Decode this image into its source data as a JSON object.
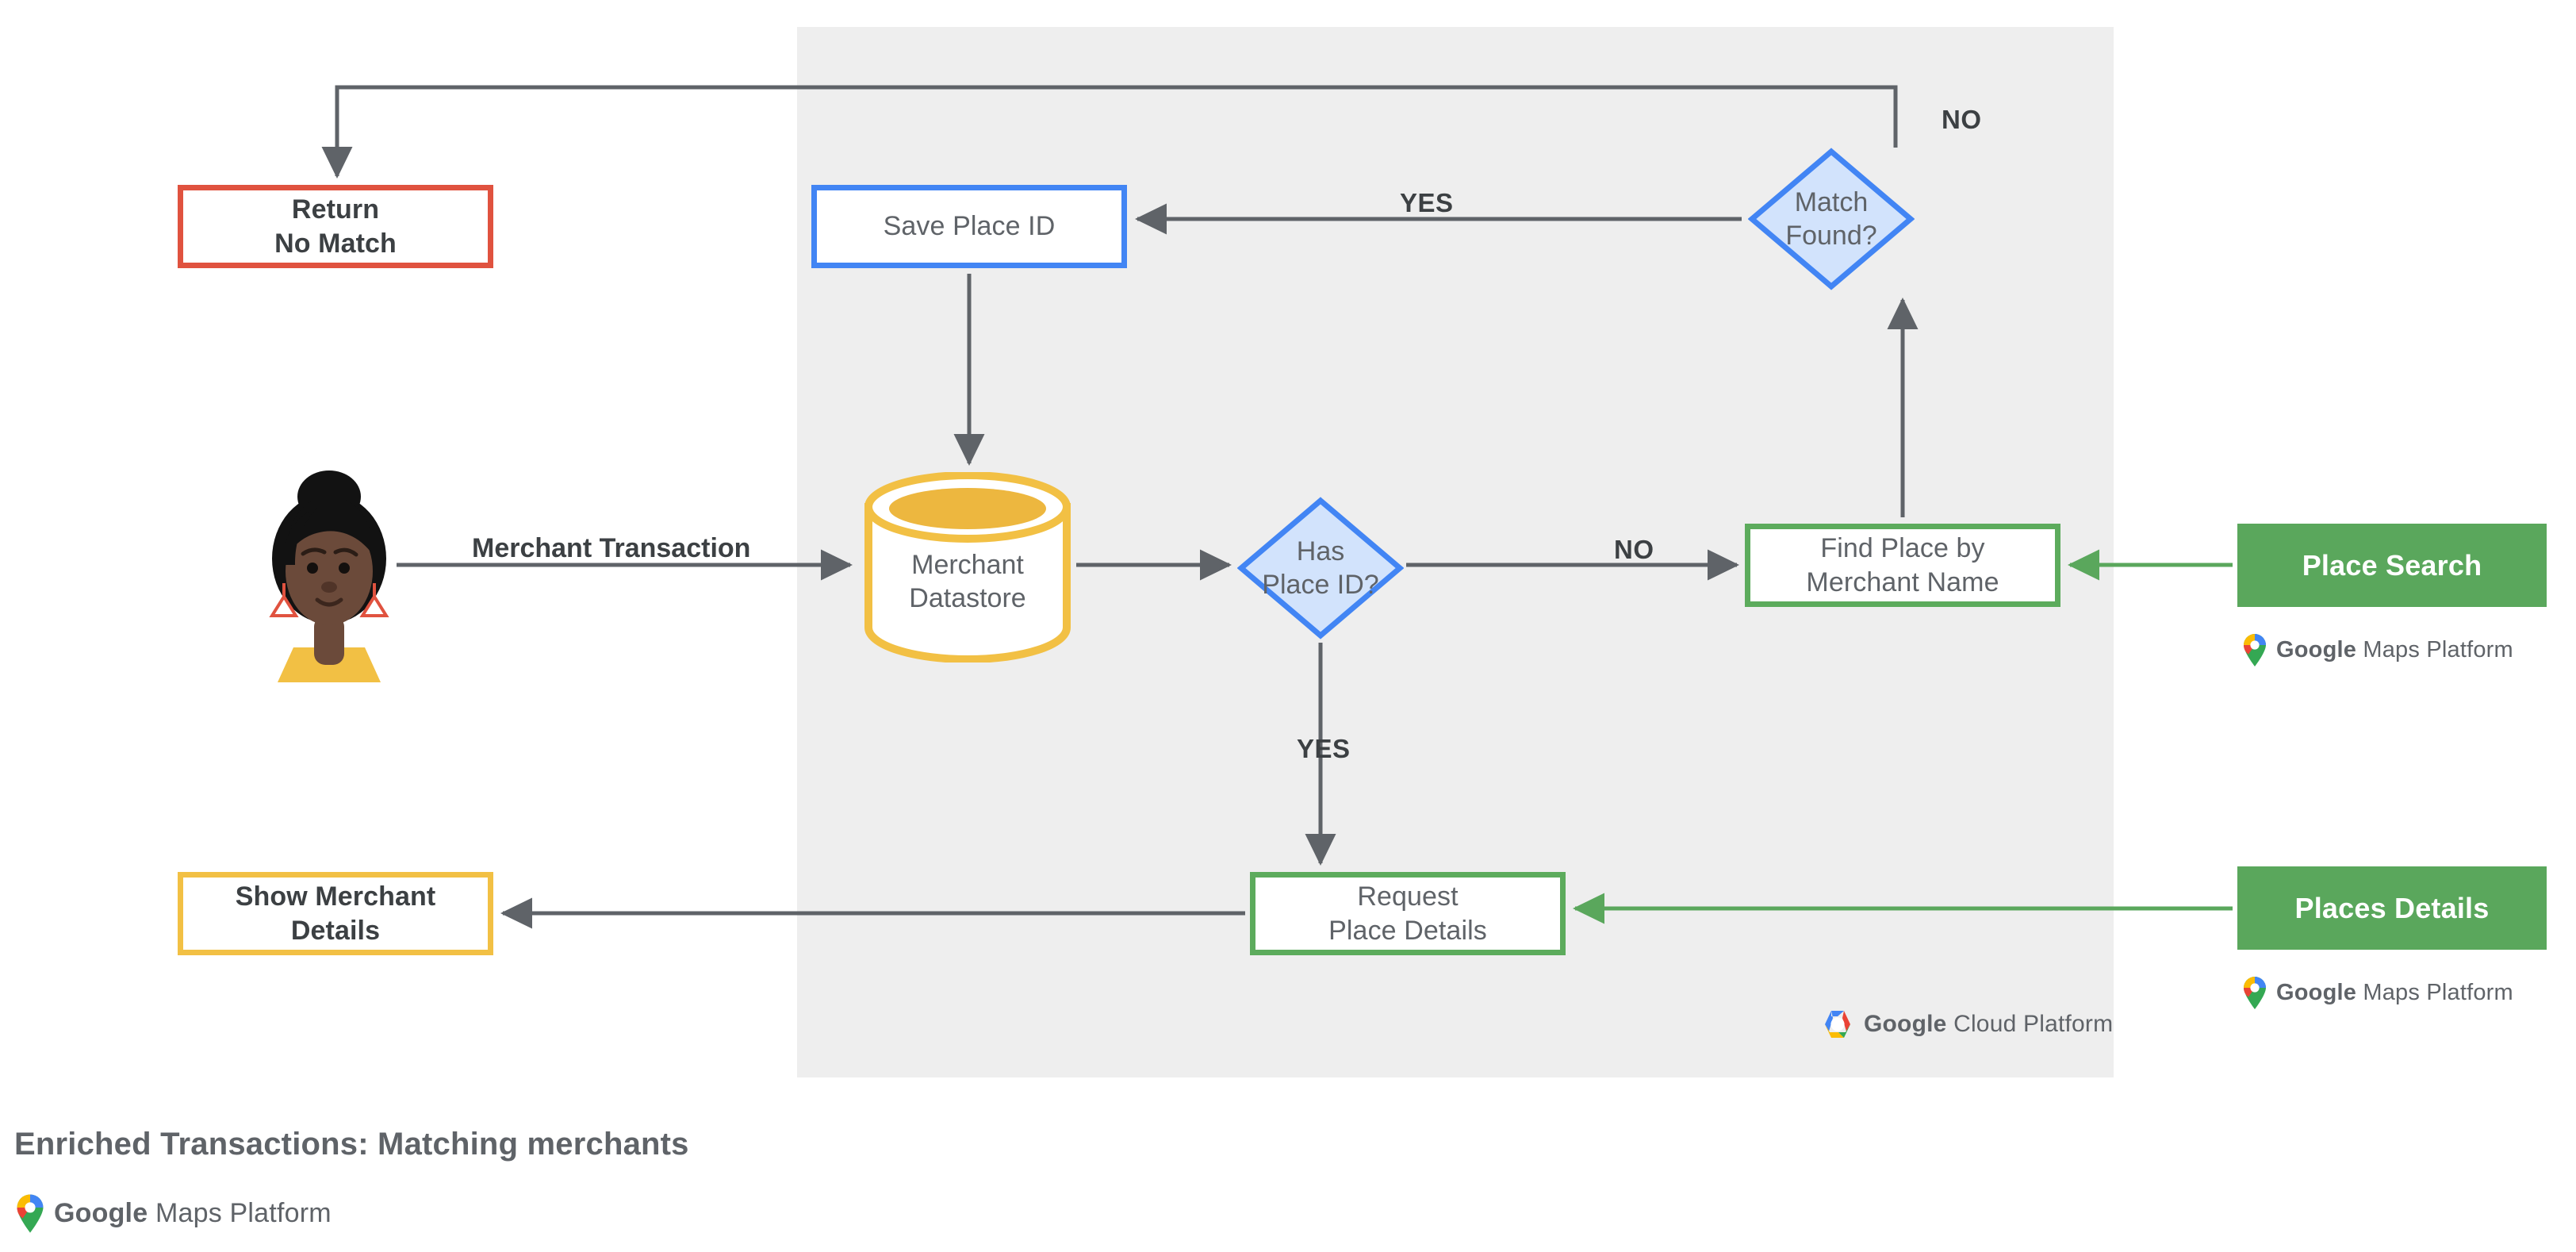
{
  "diagram": {
    "caption": "Enriched Transactions: Matching merchants",
    "panel_label": "Google Cloud Platform",
    "colors": {
      "panel_bg": "#eeeeee",
      "red": "#e0523f",
      "blue": "#4285f4",
      "blue_fill": "#d2e3fc",
      "green": "#5cab5c",
      "green_solid": "#5aa75c",
      "yellow": "#f2c044",
      "arrow_gray": "#5f6368",
      "text_gray": "#5f6368"
    },
    "nodes": {
      "return_no_match": {
        "label": "Return\nNo Match",
        "shape": "rect",
        "accent": "#e0523f"
      },
      "save_place_id": {
        "label": "Save Place ID",
        "shape": "rect",
        "accent": "#4285f4"
      },
      "merchant_datastore": {
        "label": "Merchant\nDatastore",
        "shape": "cylinder",
        "accent": "#f2c044"
      },
      "has_place_id": {
        "label": "Has\nPlace ID?",
        "shape": "diamond",
        "accent": "#4285f4"
      },
      "match_found": {
        "label": "Match\nFound?",
        "shape": "diamond",
        "accent": "#4285f4"
      },
      "find_place_by_merchant_name": {
        "label": "Find Place by\nMerchant Name",
        "shape": "rect",
        "accent": "#5cab5c"
      },
      "request_place_details": {
        "label": "Request\nPlace Details",
        "shape": "rect",
        "accent": "#5cab5c"
      },
      "show_merchant_details": {
        "label": "Show Merchant\nDetails",
        "shape": "rect",
        "accent": "#f2c044"
      }
    },
    "api_buttons": {
      "place_search": {
        "label": "Place Search",
        "attribution": "Google Maps Platform"
      },
      "places_details": {
        "label": "Places Details",
        "attribution": "Google Maps Platform"
      }
    },
    "edge_labels": {
      "merchant_transaction": "Merchant Transaction",
      "match_found_yes": "YES",
      "match_found_no": "NO",
      "has_place_id_no": "NO",
      "has_place_id_yes": "YES"
    },
    "branding": {
      "google": "Google",
      "maps_platform": "Maps Platform",
      "cloud_platform": "Cloud Platform"
    },
    "avatar": {
      "name": "merchant-customer-avatar",
      "skin": "#6b4a3a",
      "hair": "#121212",
      "shirt": "#f2c044",
      "earring": "#e0523f"
    }
  }
}
